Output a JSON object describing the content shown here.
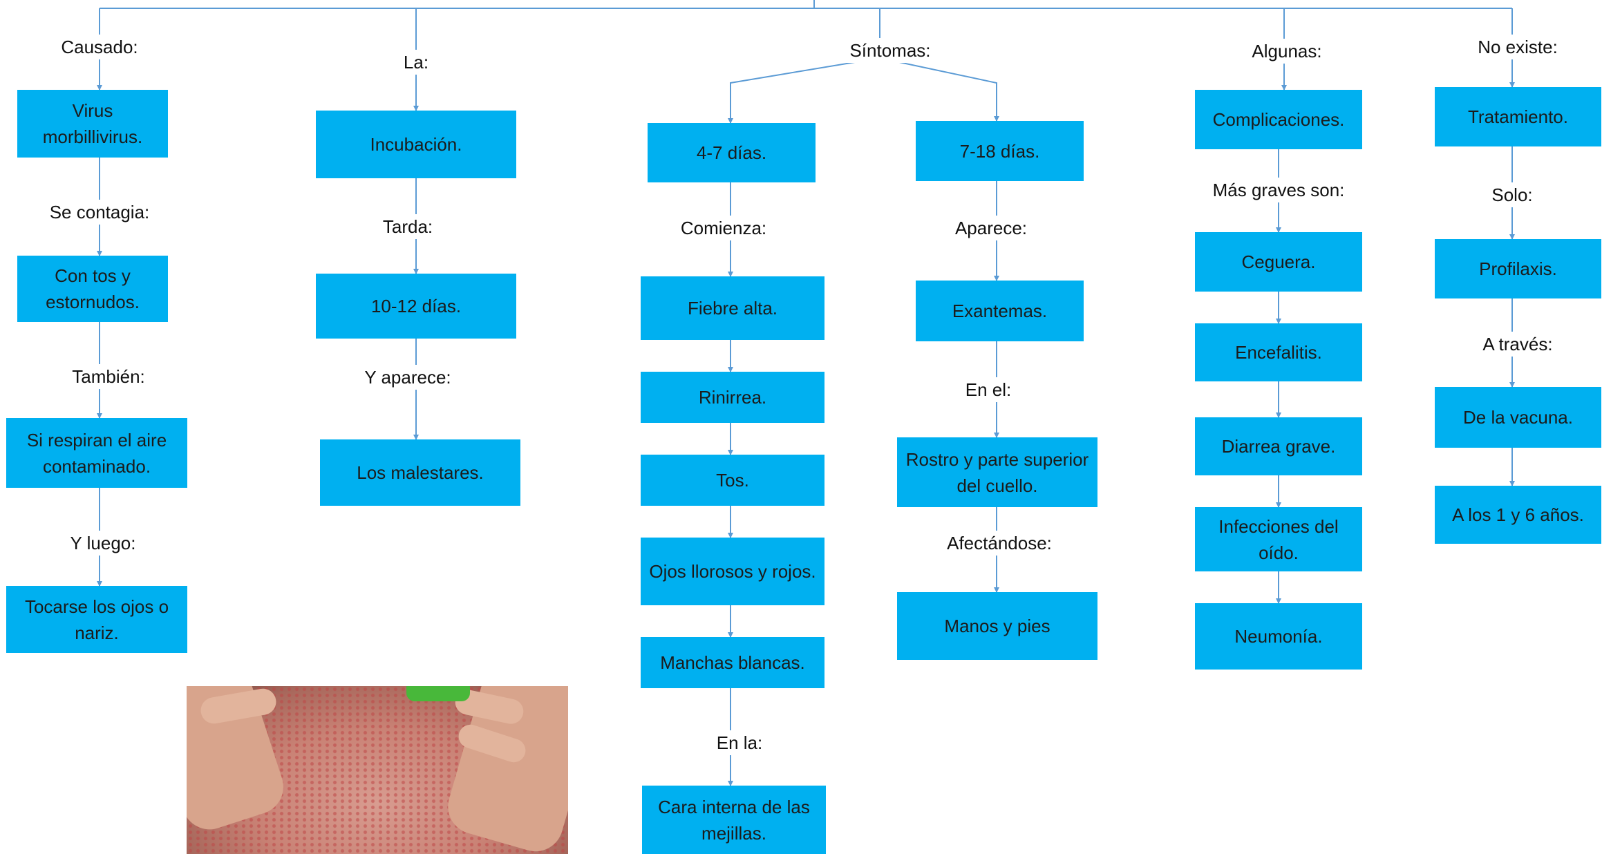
{
  "diagram": {
    "connector_color": "#5b9bd5",
    "node_color": "#00b0f0",
    "columns": {
      "causa": {
        "label_causado": "Causado:",
        "node_virus": "Virus morbillivirus.",
        "label_contagia": "Se contagia:",
        "node_tos": "Con tos y estornudos.",
        "label_tambien": "También:",
        "node_aire": "Si respiran el aire contaminado.",
        "label_luego": "Y luego:",
        "node_ojos": "Tocarse los ojos o nariz."
      },
      "incubacion": {
        "label_la": "La:",
        "node_incubacion": "Incubación.",
        "label_tarda": "Tarda:",
        "node_dias": "10-12 días.",
        "label_aparece": "Y aparece:",
        "node_malestares": "Los malestares."
      },
      "sintomas": {
        "label_sintomas": "Síntomas:",
        "early": {
          "node_periodo": "4-7 días.",
          "label_comienza": "Comienza:",
          "node_fiebre": "Fiebre alta.",
          "node_rinirrea": "Rinirrea.",
          "node_tos": "Tos.",
          "node_ojos": "Ojos llorosos y rojos.",
          "node_manchas": "Manchas blancas.",
          "label_en_la": "En la:",
          "node_mejillas": "Cara interna de las mejillas."
        },
        "late": {
          "node_periodo": "7-18 días.",
          "label_aparece": "Aparece:",
          "node_exantemas": "Exantemas.",
          "label_en_el": "En el:",
          "node_rostro": "Rostro y parte superior del cuello.",
          "label_afectandose": "Afectándose:",
          "node_manos": "Manos y pies"
        }
      },
      "complicaciones": {
        "label_algunas": "Algunas:",
        "node_complicaciones": "Complicaciones.",
        "label_graves": "Más graves son:",
        "node_ceguera": "Ceguera.",
        "node_encefalitis": "Encefalitis.",
        "node_diarrea": "Diarrea grave.",
        "node_infecciones": "Infecciones del oído.",
        "node_neumonia": "Neumonía."
      },
      "tratamiento": {
        "label_no_existe": "No existe:",
        "node_tratamiento": "Tratamiento.",
        "label_solo": "Solo:",
        "node_profilaxis": "Profilaxis.",
        "label_a_traves": "A través:",
        "node_vacuna": "De la vacuna.",
        "node_edades": "A los 1 y 6 años."
      }
    }
  }
}
